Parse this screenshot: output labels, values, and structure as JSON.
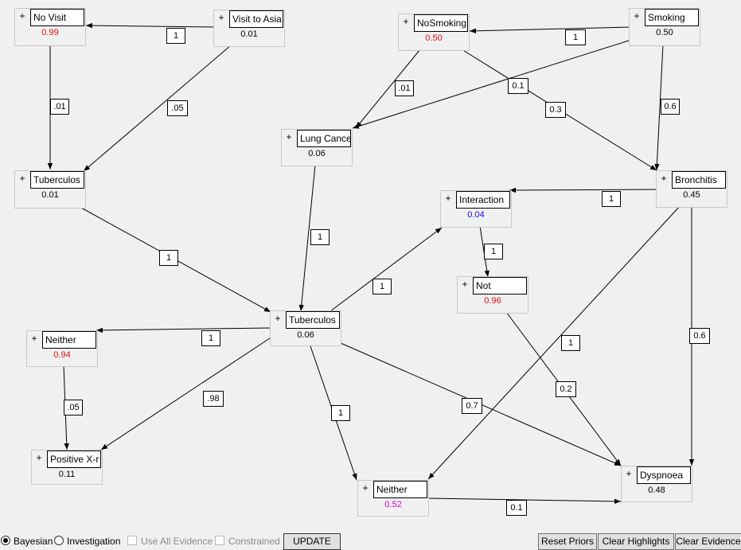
{
  "colors": {
    "red": "#e01010",
    "blue": "#1010e0",
    "magenta": "#d000d0",
    "black": "#000000"
  },
  "nodes": {
    "no_visit": {
      "plus": "+",
      "title": "No Visit",
      "prob": "0.99",
      "color": "red"
    },
    "visit_to_asia": {
      "plus": "+",
      "title": "Visit to Asia",
      "prob": "0.01",
      "color": "black"
    },
    "nosmoking": {
      "plus": "+",
      "title": "NoSmoking",
      "prob": "0.50",
      "color": "red"
    },
    "smoking": {
      "plus": "+",
      "title": "Smoking",
      "prob": "0.50",
      "color": "black"
    },
    "lung_cancer": {
      "plus": "+",
      "title": "Lung Cance",
      "prob": "0.06",
      "color": "black"
    },
    "tuberculosis_1": {
      "plus": "+",
      "title": "Tuberculos",
      "prob": "0.01",
      "color": "black"
    },
    "bronchitis": {
      "plus": "+",
      "title": "Bronchitis",
      "prob": "0.45",
      "color": "black"
    },
    "interaction": {
      "plus": "+",
      "title": "Interaction",
      "prob": "0.04",
      "color": "blue"
    },
    "not": {
      "plus": "+",
      "title": "Not",
      "prob": "0.96",
      "color": "red"
    },
    "tuberculosis_2": {
      "plus": "+",
      "title": "Tuberculos",
      "prob": "0.06",
      "color": "black"
    },
    "neither_left": {
      "plus": "+",
      "title": "Neither",
      "prob": "0.94",
      "color": "red"
    },
    "positive_xray": {
      "plus": "+",
      "title": "Positive X-r",
      "prob": "0.11",
      "color": "black"
    },
    "neither_bottom": {
      "plus": "+",
      "title": "Neither",
      "prob": "0.52",
      "color": "magenta"
    },
    "dyspnoea": {
      "plus": "+",
      "title": "Dyspnoea",
      "prob": "0.48",
      "color": "black"
    }
  },
  "edge_labels": {
    "visit_novisit": "1",
    "smoking_nosmoking": "1",
    "novisit_tb": ".01",
    "visit_tb": ".05",
    "nosmoking_lung": ".01",
    "nosmoking_bronch": "0.1",
    "smoking_bronch_03": "0.3",
    "smoking_bronch": "0.6",
    "bronch_interaction": "1",
    "tb1_tb2": "1",
    "lung_tb2": "1",
    "interaction_not": "1",
    "tb2_interaction": "1",
    "tb2_neither_left": "1",
    "tb2_xray": ".98",
    "neither_xray": ".05",
    "tb2_neither_bottom": "1",
    "tb2_dyspnoea": "0.7",
    "bronch_neither_bottom": "1",
    "not_dyspnoea": "0.2",
    "bronch_dyspnoea": "0.6",
    "neither_dyspnoea": "0.1"
  },
  "bottombar": {
    "bayesian": "Bayesian",
    "investigation": "Investigation",
    "use_all_evidence": "Use All Evidence",
    "constrained": "Constrained",
    "update": "UPDATE",
    "reset_priors": "Reset Priors",
    "clear_highlights": "Clear Highlights",
    "clear_evidence": "Clear Evidence",
    "mode_selected": "Bayesian"
  }
}
